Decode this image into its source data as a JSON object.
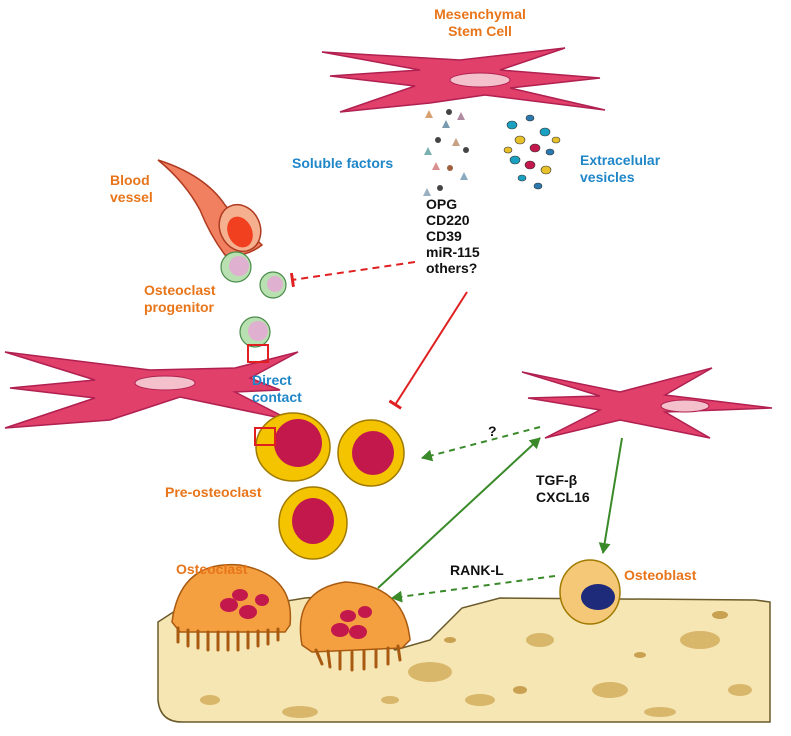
{
  "labels": {
    "msc_line1": "Mesenchymal",
    "msc_line2": "Stem Cell",
    "soluble_factors": "Soluble factors",
    "extracellular_line1": "Extracelular",
    "extracellular_line2": "vesicles",
    "blood_vessel_line1": "Blood",
    "blood_vessel_line2": "vessel",
    "progenitor_line1": "Osteoclast",
    "progenitor_line2": "progenitor",
    "factors": [
      "OPG",
      "CD220",
      "CD39",
      "miR-115",
      "others?"
    ],
    "direct_contact_line1": "Direct",
    "direct_contact_line2": "contact",
    "question": "?",
    "pre_osteoclast": "Pre-osteoclast",
    "tgf": "TGF-β",
    "cxcl": "CXCL16",
    "rankl": "RANK-L",
    "osteoclast": "Osteoclast",
    "osteoblast": "Osteoblast"
  },
  "colors": {
    "label_orange": "#e8751a",
    "label_blue": "#1f86c8",
    "msc_pink": "#e0406a",
    "inhibit_red": "#e02020",
    "promote_green": "#3a8a2a",
    "pre_osteoclast_yellow": "#f5c400",
    "nucleus_crimson": "#c2184c",
    "osteoclast_orange": "#f5a040",
    "bone_tan": "#f6e6b4",
    "osteoblast_nucleus": "#1e2a7a"
  }
}
